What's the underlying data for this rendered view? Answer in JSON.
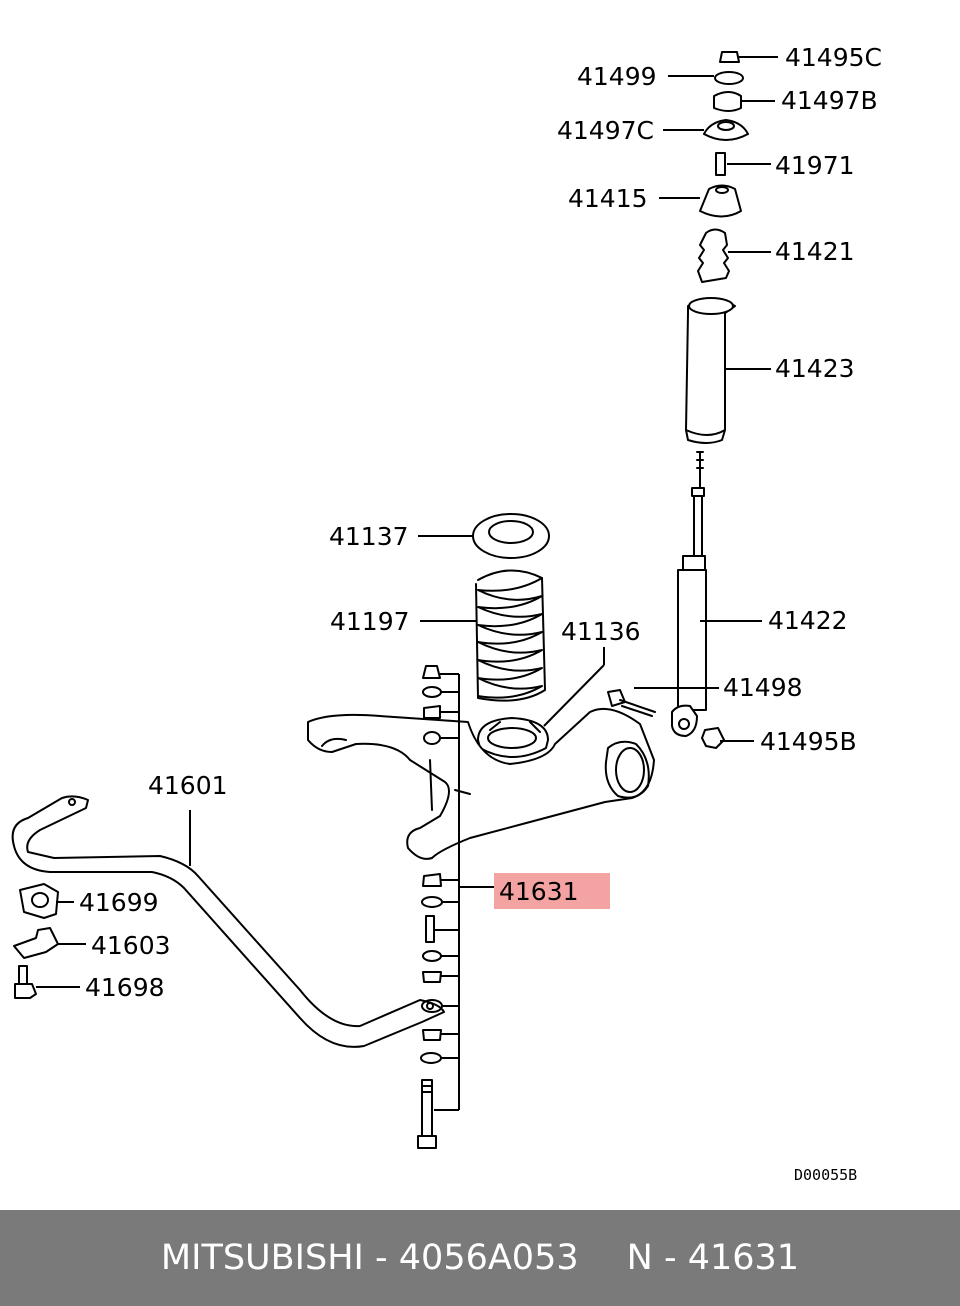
{
  "diagram": {
    "drawing_code": "D00055B",
    "highlight_color": "#f4a3a3",
    "highlight_text_color": "#8b0000",
    "labels": {
      "l41495C": "41495C",
      "l41499": "41499",
      "l41497B": "41497B",
      "l41497C": "41497C",
      "l41971": "41971",
      "l41415": "41415",
      "l41421": "41421",
      "l41423": "41423",
      "l41137": "41137",
      "l41197": "41197",
      "l41136": "41136",
      "l41422": "41422",
      "l41498": "41498",
      "l41495B": "41495B",
      "l41601": "41601",
      "l41631": "41631",
      "l41699": "41699",
      "l41603": "41603",
      "l41698": "41698"
    }
  },
  "footer": {
    "brand": "MITSUBISHI",
    "dash1": "-",
    "part_number": "4056A053",
    "position_prefix": "N",
    "dash2": "-",
    "position_code": "41631"
  }
}
